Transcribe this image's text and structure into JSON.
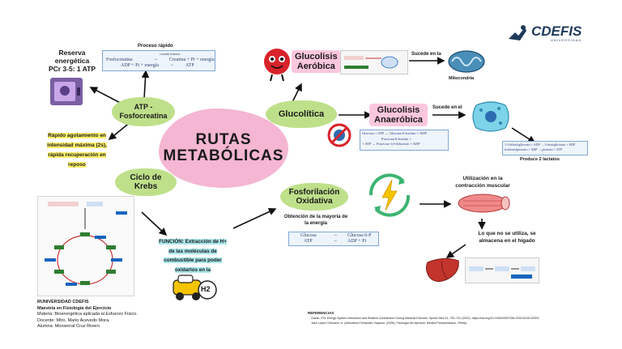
{
  "brand": {
    "name": "CDEFIS",
    "tagline": "UNIVERSIDAD"
  },
  "center_title": [
    "RUTAS",
    "METABÓLICAS"
  ],
  "atp_node": "ATP - Fosfocreatina",
  "reserva": [
    "Reserva",
    "energética",
    "PCr 3-5: 1 ATP"
  ],
  "proceso_rapido": {
    "label": "Proceso rápido",
    "enzyme": "creatin kinasa",
    "row1_left": "Fosfocreatina",
    "row1_arrow": "→",
    "row1_right": "Creatina + Pi + energía",
    "row2_left": "ADP + Pi + energía",
    "row2_arrow": "→",
    "row2_right": "ATP"
  },
  "rapido_note": [
    "Rápido agotamiento en",
    "intensidad máxima (2s),",
    "rápida recuperación en",
    "reposo"
  ],
  "krebs": [
    "Ciclo de",
    "Krebs"
  ],
  "glucolitica": "Glucolítica",
  "glucolisis_aerobica": [
    "Glucolisis",
    "Aeróbica"
  ],
  "sucede_en_la": "Sucede en la",
  "mitocondria": "Mitocondria",
  "glucolisis_anaerobica": [
    "Glucolisis",
    "Anaeróbica"
  ],
  "sucede_en_el": "Sucede en el",
  "anaer_eq": [
    "Glucosa + ATP → Glucosa-6-fosfato + ADP",
    "Fructosa-6-fosfato +",
    "+ ATP → Fructosa-1,6-difosfato + ADP"
  ],
  "lactato_eq": [
    "1,3-difosfoglicerato + ADP → 3-fosfoglicerato + ADP",
    "fosfoenolpiruvato + ADP → piruvato + ATP"
  ],
  "produce_lactatos": "Produce 2 lactatos",
  "fosforilacion": [
    "Fosforilación",
    "Oxidativa"
  ],
  "obtencion": [
    "Obtención de la mayoría de",
    "la energía"
  ],
  "fosf_eq": {
    "row1_left": "Glucosa",
    "row1_arrow": "→",
    "row1_right": "Glucosa 6-P",
    "row2_left": "ATP",
    "row2_arrow": "→",
    "row2_right": "ADP + Pi"
  },
  "utilizacion": [
    "Utilización en la",
    "contracción muscular"
  ],
  "no_se_utiliza": [
    "Lo que no se utiliza, se",
    "almacena en el hígado"
  ],
  "funcion": [
    "FUNCIÓN: Extracción de H+",
    "de las moléculas de",
    "combustible para poder",
    "oxidarlos en la"
  ],
  "h2_label": "H2",
  "credits": [
    "RUNIVERSIDAD CDEFIS",
    "Maestría en Fisiología del Ejercicio",
    "Materia: Bioenergética aplicada al Esfuerzo Físico.",
    "Docente: Mtro. Mario Acevedo Mora.",
    "Alumna: Monserrat Cruz Rivero"
  ],
  "referencias": {
    "title": "REFERENCIAS",
    "items": [
      "Gastin, P.B. Energy System Interaction and Relative Contribution During Maximal Exercise. Sports Med 31, 725–741 (2001). https://doi.org/10.2165/00007256-200131100-00003",
      "José López Chicharro, A. (Almudena Fernández Vaquero. (2006). Fisiología del ejercicio. Médica Panamericana., Retrep."
    ]
  },
  "colors": {
    "green": "#bfe08a",
    "pink": "#f4b6d2",
    "yellow": "#fff06a",
    "teal": "#a8e6ea",
    "lightning": "#f5c400"
  }
}
